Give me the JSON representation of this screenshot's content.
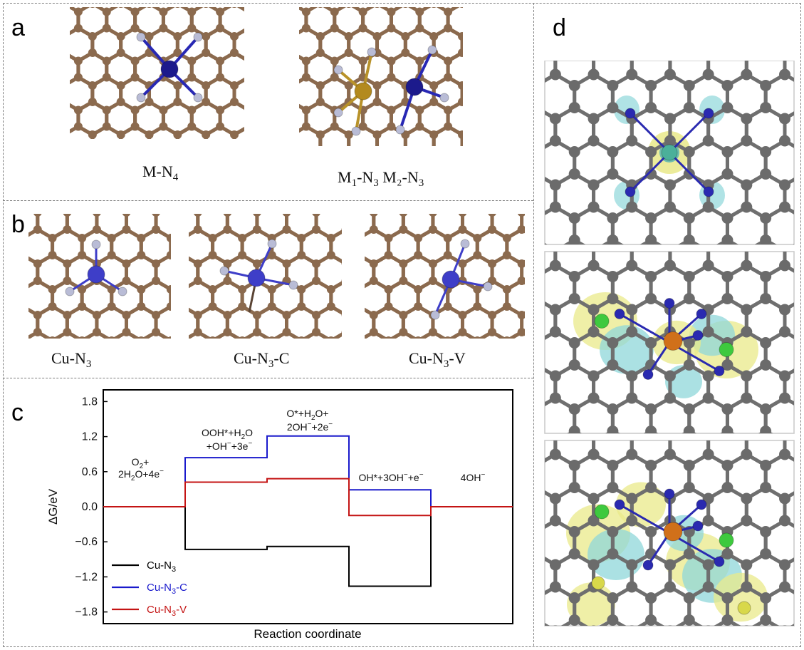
{
  "panels": {
    "a": {
      "letter": "a",
      "captions": [
        "M-N",
        "4",
        "M",
        "1",
        "-N",
        "3",
        " M₂-N",
        "3"
      ]
    },
    "b": {
      "letter": "b",
      "captions": [
        "Cu-N",
        "3",
        "Cu-N",
        "3",
        "-C",
        "Cu-N",
        "3",
        "-V"
      ]
    },
    "c": {
      "letter": "c"
    },
    "d": {
      "letter": "d"
    }
  },
  "chart_data": {
    "type": "line",
    "title": "",
    "xlabel": "Reaction coordinate",
    "ylabel": "ΔG/eV",
    "ylim": [
      -2.0,
      2.0
    ],
    "yticks": [
      "1.8",
      "1.2",
      "0.6",
      "0.0",
      "−0.6",
      "−1.2",
      "−1.8"
    ],
    "ytick_values": [
      1.8,
      1.2,
      0.6,
      0.0,
      -0.6,
      -1.2,
      -1.8
    ],
    "steps": [
      "O₂+2H₂O+4e⁻",
      "OOH*+H₂O+OH⁻+3e⁻",
      "O*+H₂O+2OH⁻+2e⁻",
      "OH*+3OH⁻+e⁻",
      "4OH⁻"
    ],
    "annotations": {
      "o2_l1": "O",
      "o2_l1_sub": "2",
      "o2_l1_tail": "+",
      "o2_l2a": "2H",
      "o2_l2_sub": "2",
      "o2_l2b": "O+4e",
      "o2_l2_sup": "−",
      "ooh_l1a": "OOH*+H",
      "ooh_l1_sub": "2",
      "ooh_l1b": "O",
      "ooh_l2a": "+OH",
      "ooh_l2_sup1": "−",
      "ooh_l2b": "+3e",
      "ooh_l2_sup2": "−",
      "o_l1a": "O*+H",
      "o_l1_sub": "2",
      "o_l1b": "O+",
      "o_l2a": "2OH",
      "o_l2_sup1": "−",
      "o_l2b": "+2e",
      "o_l2_sup2": "−",
      "oh_a": "OH*+3OH",
      "oh_sup1": "−",
      "oh_b": "+e",
      "oh_sup2": "−",
      "final_a": "4OH",
      "final_sup": "−"
    },
    "series": [
      {
        "name": "Cu-N3",
        "label_main": "Cu-N",
        "label_sub": "3",
        "label_tail": "",
        "color": "#000000",
        "values": [
          0.0,
          -0.73,
          -0.68,
          -1.36,
          0.0
        ]
      },
      {
        "name": "Cu-N3-C",
        "label_main": "Cu-N",
        "label_sub": "3",
        "label_tail": "-C",
        "color": "#1a1acc",
        "values": [
          0.0,
          0.84,
          1.21,
          0.29,
          0.0
        ]
      },
      {
        "name": "Cu-N3-V",
        "label_main": "Cu-N",
        "label_sub": "3",
        "label_tail": "-V",
        "color": "#c41414",
        "values": [
          0.0,
          0.42,
          0.48,
          -0.15,
          0.0
        ]
      }
    ],
    "legend_position": "bottom-left",
    "grid": false
  },
  "colors": {
    "carbon": "#8b6a4e",
    "carbon_gray": "#6b6b6b",
    "nitrogen": "#b9bcd6",
    "nitrogen_blue": "#2828b4",
    "metal_blue": "#1c1a8c",
    "metal_gold": "#b38a1e",
    "cu_blue": "#3e3ec8",
    "iso_yellow": "#e9e98a",
    "iso_cyan": "#8fd7da",
    "center_orange": "#d0701a",
    "center_green": "#3ec93e"
  }
}
